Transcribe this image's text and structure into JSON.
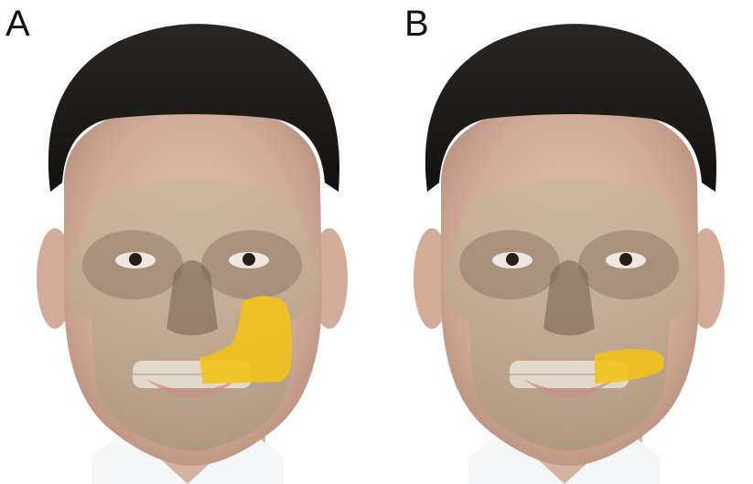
{
  "panels": [
    {
      "label": "A",
      "highlight_region": "maxilla-and-zygoma-right",
      "highlight_color": "#f2c21a"
    },
    {
      "label": "B",
      "highlight_region": "maxillary-alveolar-right",
      "highlight_color": "#f2c21a"
    }
  ],
  "colors": {
    "hair": "#1c1a18",
    "skin": "#d9b8a6",
    "bone_overlay": "#b8a58a",
    "shirt": "#f4f6f8"
  }
}
